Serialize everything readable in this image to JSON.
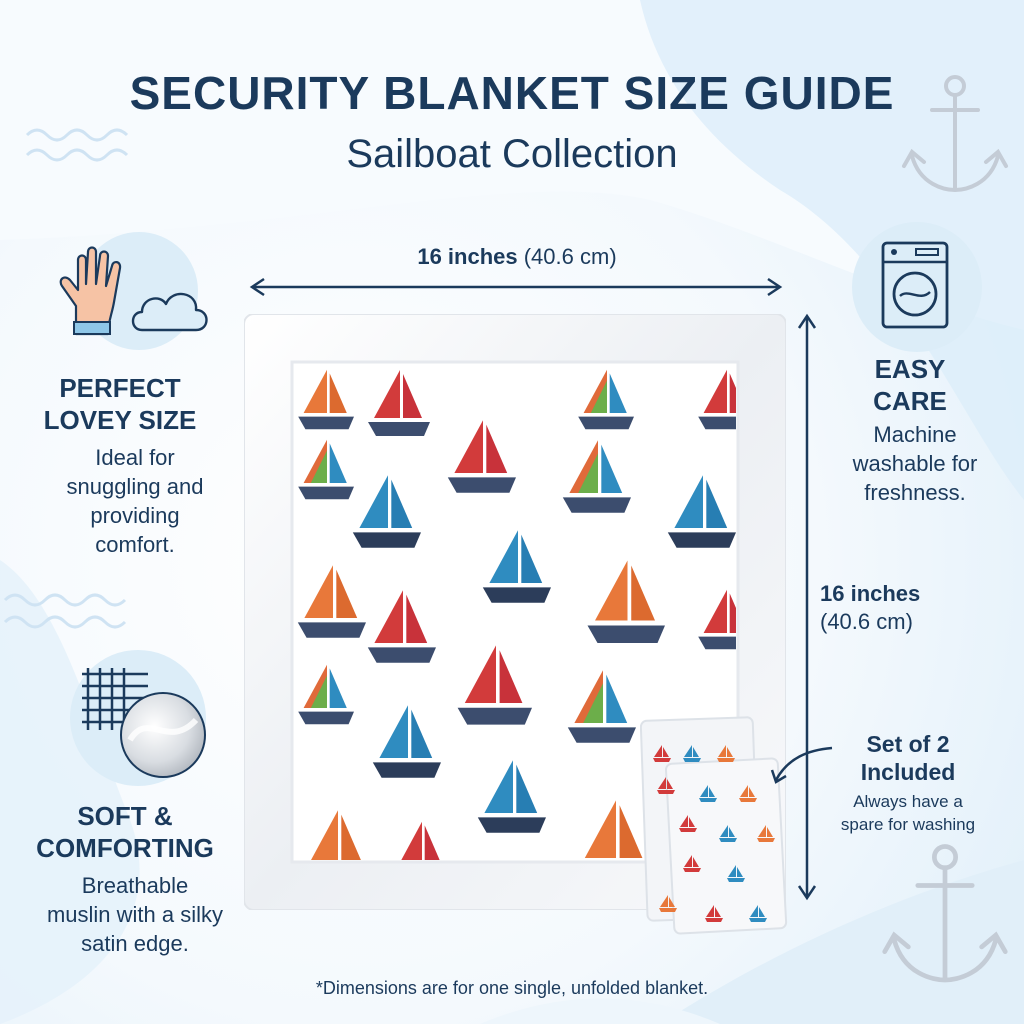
{
  "header": {
    "title": "SECURITY BLANKET SIZE GUIDE",
    "subtitle": "Sailboat Collection"
  },
  "dimensions": {
    "width_bold": "16 inches",
    "width_rest": "(40.6 cm)",
    "height_bold": "16 inches",
    "height_rest": "(40.6 cm)"
  },
  "features": [
    {
      "head_line1": "PERFECT",
      "head_line2": "LOVEY SIZE",
      "body_line1": "Ideal for",
      "body_line2": "snuggling and",
      "body_line3": "providing",
      "body_line4": "comfort.",
      "icons": [
        "hand-icon",
        "cloud-icon"
      ]
    },
    {
      "head_line1": "SOFT &",
      "head_line2": "COMFORTING",
      "body_line1": "Breathable",
      "body_line2": "muslin with a silky",
      "body_line3": "satin edge.",
      "icons": [
        "weave-icon",
        "fabric-swatch-icon"
      ]
    },
    {
      "head_line1": "EASY",
      "head_line2": "CARE",
      "body_line1": "Machine",
      "body_line2": "washable for",
      "body_line3": "freshness.",
      "icons": [
        "washing-machine-icon"
      ]
    }
  ],
  "set_callout": {
    "head_line1": "Set of 2",
    "head_line2": "Included",
    "body_line1": "Always have a",
    "body_line2": "spare for washing"
  },
  "footnote": "*Dimensions are for one single, unfolded blanket.",
  "decor": {
    "icons": [
      "anchor-icon",
      "wave-icon",
      "sailboat-icon"
    ],
    "colors": {
      "navy": "#1b3a5c",
      "sky": "#dcedf8",
      "satin": "#f2f4f6",
      "sail_red": "#d23b3b",
      "sail_blue": "#2f8cc0",
      "sail_orange": "#e8783a",
      "hull": "#3c4d6e"
    }
  }
}
